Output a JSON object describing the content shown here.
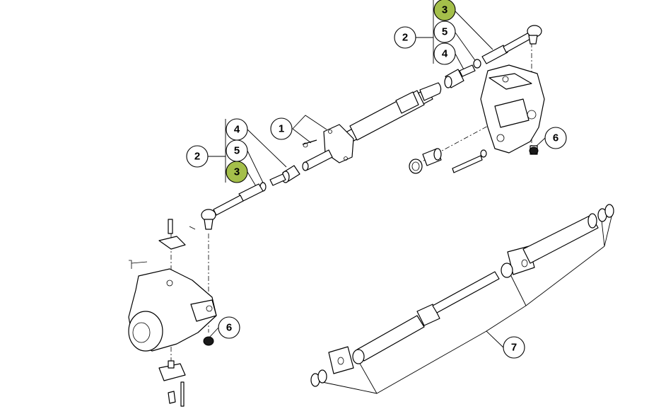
{
  "colors": {
    "highlight": "#a4bf4a",
    "line": "#000000",
    "background": "#ffffff"
  },
  "callouts": {
    "c1": "1",
    "c2_right": "2",
    "c3_right": "3",
    "c5_right": "5",
    "c4_right": "4",
    "c2_left": "2",
    "c4_left": "4",
    "c5_left": "5",
    "c3_left": "3",
    "c6_right": "6",
    "c6_left": "6",
    "c7": "7"
  },
  "highlighted": [
    "c3_right",
    "c3_left"
  ]
}
